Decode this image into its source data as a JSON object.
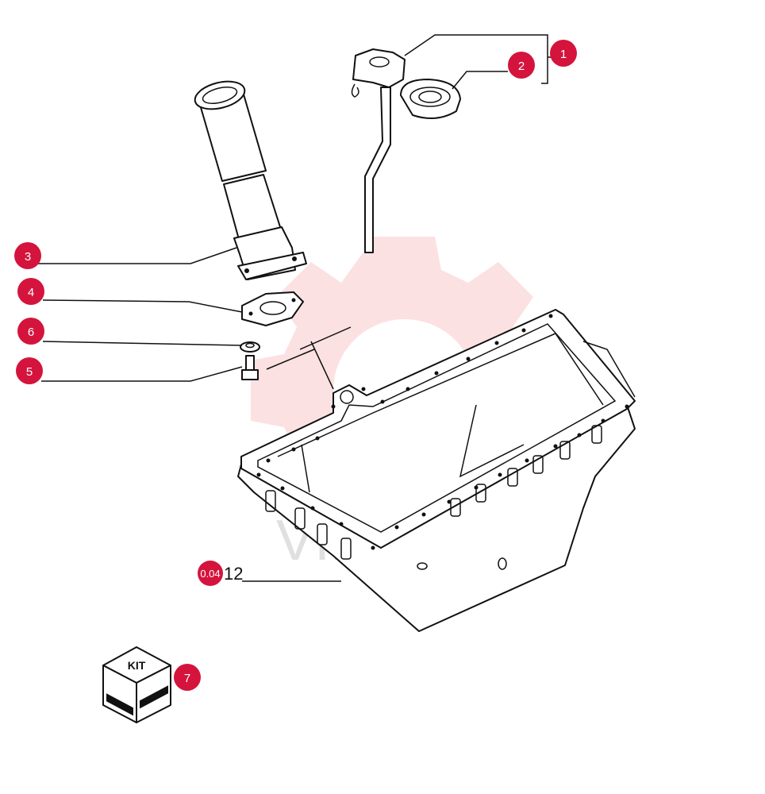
{
  "watermark": {
    "text": "VIHTEX",
    "color": "#e8151f"
  },
  "accent_color": "#d4143c",
  "callouts": [
    {
      "label": "1",
      "part": "dipstick-assembly"
    },
    {
      "label": "2",
      "part": "dipstick-seal"
    },
    {
      "label": "3",
      "part": "oil-filler-tube"
    },
    {
      "label": "4",
      "part": "filler-tube-gasket"
    },
    {
      "label": "5",
      "part": "bolt"
    },
    {
      "label": "6",
      "part": "washer"
    },
    {
      "label": "7",
      "part": "kit-box"
    }
  ],
  "sump_reference": {
    "badge": "0.04",
    "suffix": "12"
  },
  "kit_box": {
    "label": "KIT"
  }
}
